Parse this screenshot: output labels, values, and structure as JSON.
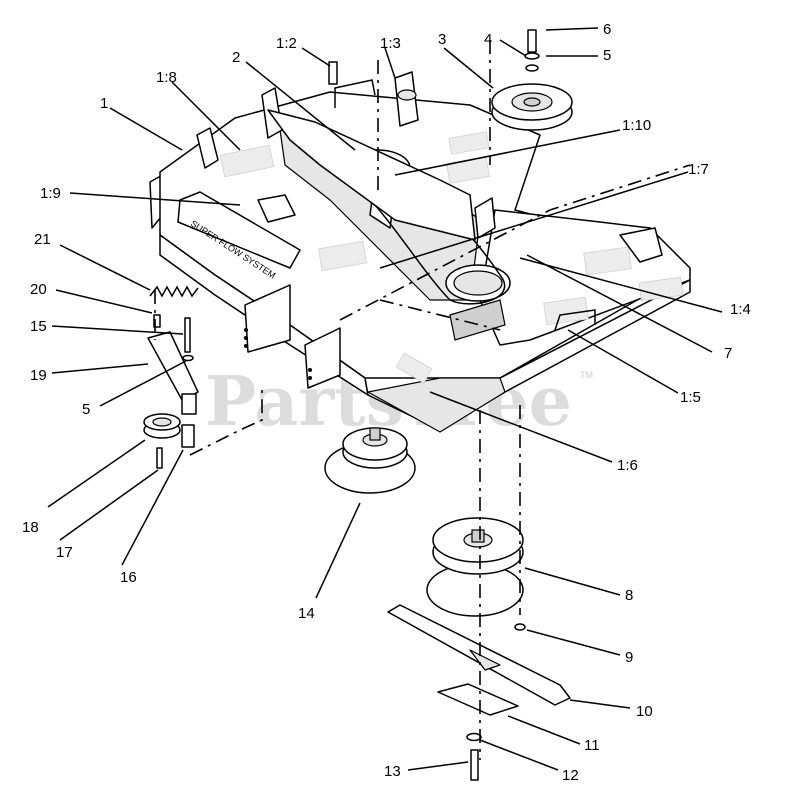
{
  "watermark": "PartsTree",
  "trademark": "TM",
  "decal_text": "SUPER FLOW SYSTEM",
  "labels": {
    "l1": "1",
    "l1_2": "1:2",
    "l1_3": "1:3",
    "l1_4": "1:4",
    "l1_5": "1:5",
    "l1_6": "1:6",
    "l1_7": "1:7",
    "l1_8": "1:8",
    "l1_9": "1:9",
    "l1_10": "1:10",
    "l2": "2",
    "l3": "3",
    "l4": "4",
    "l5a": "5",
    "l5b": "5",
    "l6": "6",
    "l7": "7",
    "l8": "8",
    "l9": "9",
    "l10": "10",
    "l11": "11",
    "l12": "12",
    "l13": "13",
    "l14": "14",
    "l15": "15",
    "l16": "16",
    "l17": "17",
    "l18": "18",
    "l19": "19",
    "l20": "20",
    "l21": "21"
  }
}
